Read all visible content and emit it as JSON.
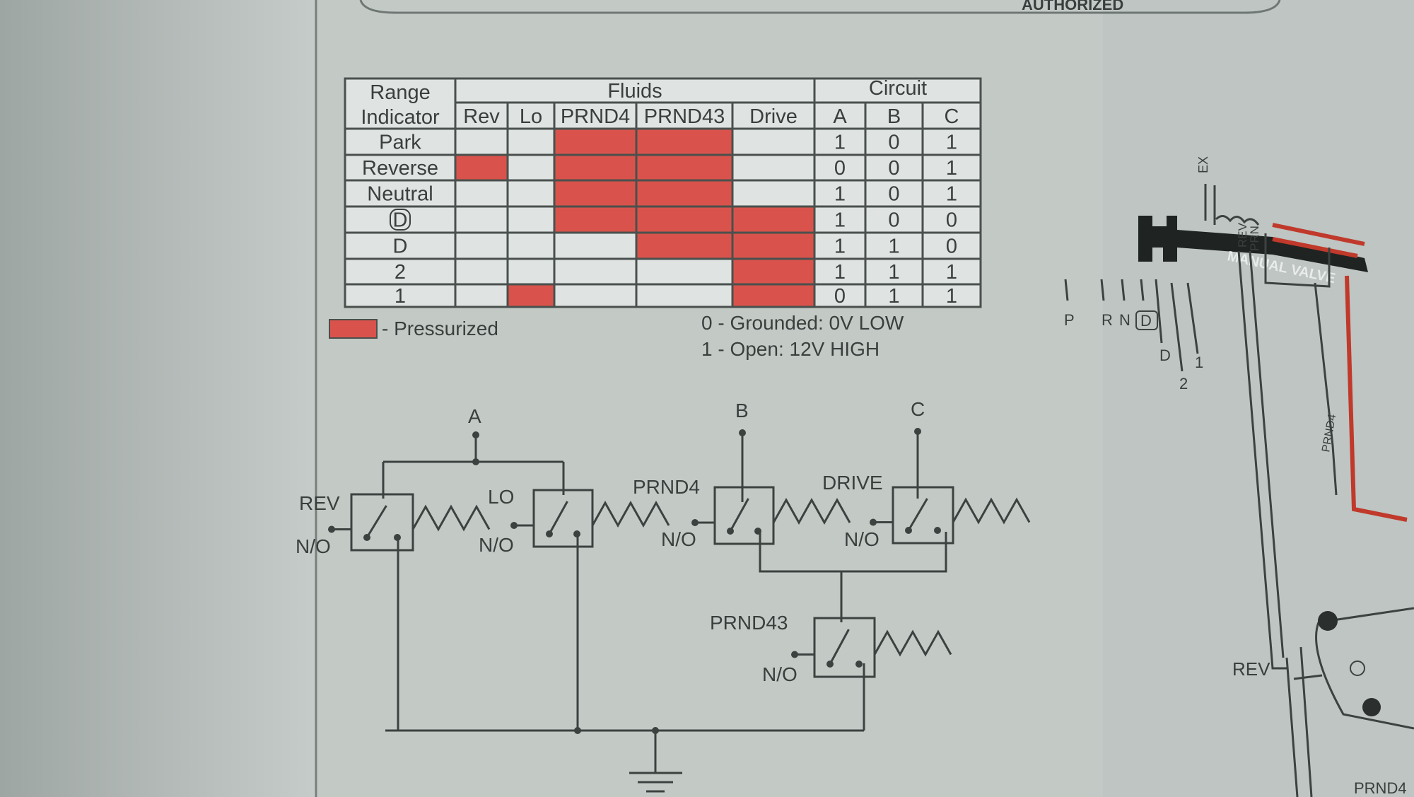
{
  "table": {
    "range_header": [
      "Range",
      "Indicator"
    ],
    "fluids_header": "Fluids",
    "circuit_header": "Circuit",
    "fluid_columns": [
      "Rev",
      "Lo",
      "PRND4",
      "PRND43",
      "Drive"
    ],
    "circuit_columns": [
      "A",
      "B",
      "C"
    ],
    "rows": [
      {
        "range": "Park",
        "circled": false,
        "pressurized": [
          0,
          0,
          1,
          1,
          0
        ],
        "circuit": [
          "1",
          "0",
          "1"
        ]
      },
      {
        "range": "Reverse",
        "circled": false,
        "pressurized": [
          1,
          0,
          1,
          1,
          0
        ],
        "circuit": [
          "0",
          "0",
          "1"
        ]
      },
      {
        "range": "Neutral",
        "circled": false,
        "pressurized": [
          0,
          0,
          1,
          1,
          0
        ],
        "circuit": [
          "1",
          "0",
          "1"
        ]
      },
      {
        "range": "D",
        "circled": true,
        "pressurized": [
          0,
          0,
          1,
          1,
          1
        ],
        "circuit": [
          "1",
          "0",
          "0"
        ]
      },
      {
        "range": "D",
        "circled": false,
        "pressurized": [
          0,
          0,
          0,
          1,
          1
        ],
        "circuit": [
          "1",
          "1",
          "0"
        ]
      },
      {
        "range": "2",
        "circled": false,
        "pressurized": [
          0,
          0,
          0,
          0,
          1
        ],
        "circuit": [
          "1",
          "1",
          "1"
        ]
      },
      {
        "range": "1",
        "circled": false,
        "pressurized": [
          0,
          1,
          0,
          0,
          1
        ],
        "circuit": [
          "0",
          "1",
          "1"
        ]
      }
    ]
  },
  "legend": {
    "pressurized": "- Pressurized",
    "zero": "0 - Grounded: 0V LOW",
    "one": "1 - Open: 12V HIGH"
  },
  "circuit": {
    "terminals": {
      "a": "A",
      "b": "B",
      "c": "C"
    },
    "switches": {
      "rev": {
        "name": "REV",
        "state": "N/O"
      },
      "lo": {
        "name": "LO",
        "state": "N/O"
      },
      "prnd4": {
        "name": "PRND4",
        "state": "N/O"
      },
      "drive": {
        "name": "DRIVE",
        "state": "N/O"
      },
      "prnd43": {
        "name": "PRND43",
        "state": "N/O"
      }
    }
  },
  "side_diagram": {
    "positions": [
      "P",
      "R",
      "N",
      "D",
      "D",
      "2",
      "1"
    ],
    "valve_label": "MANUAL VALVE",
    "ex": "EX",
    "ports": [
      "REV",
      "PRN"
    ],
    "rev_label": "REV",
    "prnd4": "PRND4",
    "prnd4_bottom": "PRND4",
    "top_heading": "AUTHORIZED"
  },
  "colors": {
    "pressurized": "#d9534c",
    "ink": "#3c4240",
    "paper": "#c3cac6"
  }
}
